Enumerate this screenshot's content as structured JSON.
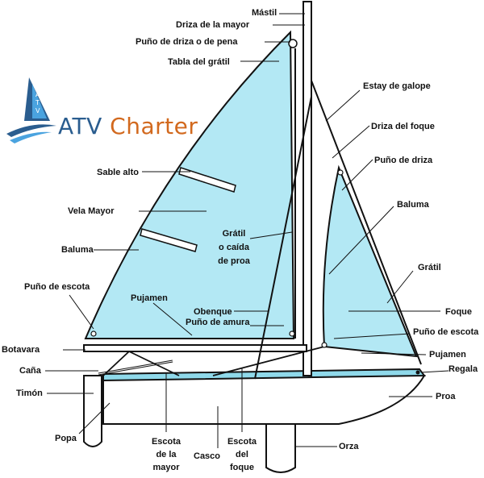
{
  "logo": {
    "brand_primary": "ATV",
    "brand_secondary": "Charter",
    "sail_letters": "ATV",
    "colors": {
      "primary": "#2a5d8f",
      "accent": "#d2691e",
      "sail_light": "#4aa3df"
    }
  },
  "colors": {
    "sail": "#b3e8f4",
    "hull": "#ffffff",
    "outline": "#111111",
    "waterline": "#8fd9ea"
  },
  "labels": {
    "mastil": "Mástil",
    "driza_mayor": "Driza de la mayor",
    "puno_driza_pena": "Puño de driza o de pena",
    "tabla_gratil": "Tabla del grátil",
    "estay_galope": "Estay de galope",
    "driza_foque": "Driza del foque",
    "puno_driza": "Puño de driza",
    "sable_alto": "Sable alto",
    "vela_mayor": "Vela Mayor",
    "baluma_foque": "Baluma",
    "gratil_caida_1": "Grátil",
    "gratil_caida_2": "o caída",
    "gratil_caida_3": "de proa",
    "baluma_mayor": "Baluma",
    "gratil_foque": "Grátil",
    "puno_escota_mayor": "Puño de escota",
    "pujamen_mayor": "Pujamen",
    "obenque": "Obenque",
    "puno_amura": "Puño de amura",
    "foque": "Foque",
    "puno_escota_foque": "Puño de escota",
    "botavara": "Botavara",
    "pujamen_foque": "Pujamen",
    "cana": "Caña",
    "regala": "Regala",
    "timon": "Timón",
    "proa": "Proa",
    "popa": "Popa",
    "escota_mayor_1": "Escota",
    "escota_mayor_2": "de la",
    "escota_mayor_3": "mayor",
    "casco": "Casco",
    "escota_foque_1": "Escota",
    "escota_foque_2": "del",
    "escota_foque_3": "foque",
    "orza": "Orza"
  }
}
